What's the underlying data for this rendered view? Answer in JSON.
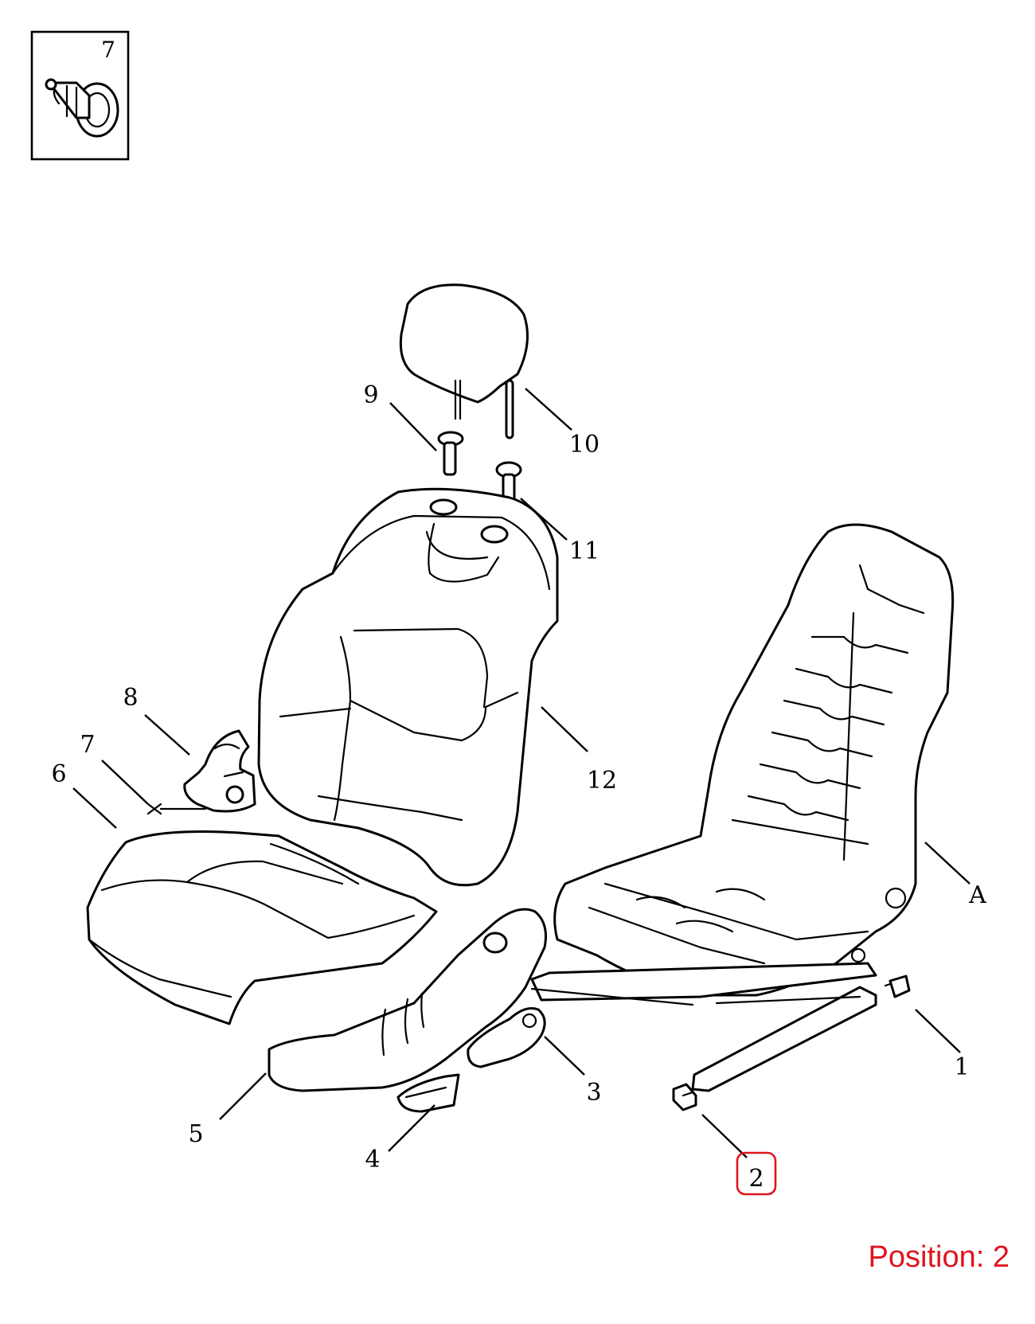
{
  "inset": {
    "number": "7",
    "icon": "push-clip-icon"
  },
  "callouts": {
    "c1": "1",
    "c2": "2",
    "c3": "3",
    "c4": "4",
    "c5": "5",
    "c6": "6",
    "c7": "7",
    "c8": "8",
    "c9": "9",
    "c10": "10",
    "c11": "11",
    "c12": "12",
    "cA": "A"
  },
  "highlighted_callout": "2",
  "highlight_color": "#e0141e",
  "position_label": "Position: 2"
}
